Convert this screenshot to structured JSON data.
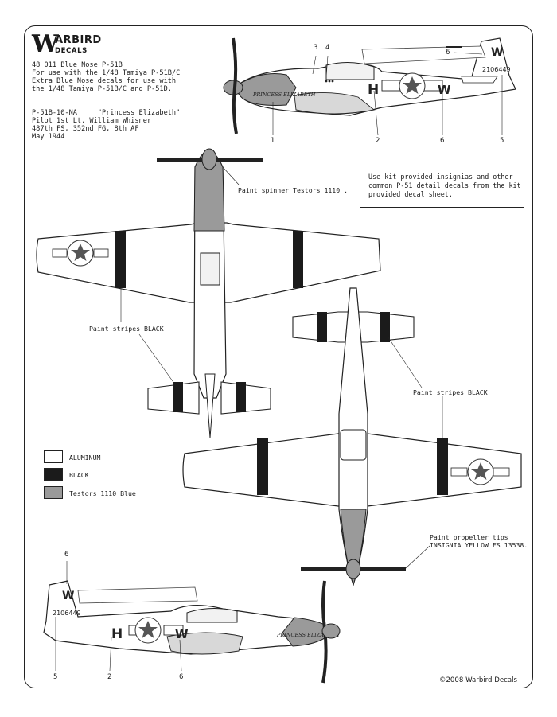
{
  "brand": {
    "logo_w": "W",
    "logo_top": "ARBIRD",
    "logo_bottom": "DECALS"
  },
  "intro": {
    "product": "48 011 Blue Nose P-51B",
    "line1": "For use with the 1/48 Tamiya P-51B/C",
    "line2": "Extra Blue Nose decals for use with",
    "line3": "the 1/48 Tamiya P-51B/C and P-51D."
  },
  "aircraft": {
    "model_name": "P-51B-10-NA     \"Princess Elizabeth\"",
    "pilot": "Pilot 1st Lt. William Whisner",
    "unit": "487th FS, 352nd FG, 8th AF",
    "date": "May 1944"
  },
  "note": {
    "line1": "Use kit provided insignias and other",
    "line2": "common P-51 detail decals from the kit",
    "line3": "provided decal sheet."
  },
  "callouts": {
    "spinner": "Paint spinner Testors 1110 .",
    "stripes_left": "Paint stripes BLACK",
    "stripes_right": "Paint stripes BLACK",
    "prop_line1": "Paint propeller tips",
    "prop_line2": "INSIGNIA YELLOW FS 13538."
  },
  "numbers": {
    "top": [
      "3",
      "4",
      "6"
    ],
    "bottom_top": [
      "1",
      "2",
      "6",
      "5"
    ],
    "bottom_profile": [
      "6",
      "5",
      "2",
      "6"
    ]
  },
  "markings": {
    "serial": "2106449",
    "code_left": "H",
    "code_right": "W",
    "tail_code": "W",
    "nose_name": "PRINCESS ELIZABETH"
  },
  "legend": [
    {
      "label": "ALUMINUM",
      "color": "#ffffff"
    },
    {
      "label": "BLACK",
      "color": "#1b1b1b"
    },
    {
      "label": "Testors 1110 Blue",
      "color": "#9a9a9a"
    }
  ],
  "copyright": "©2008 Warbird Decals"
}
